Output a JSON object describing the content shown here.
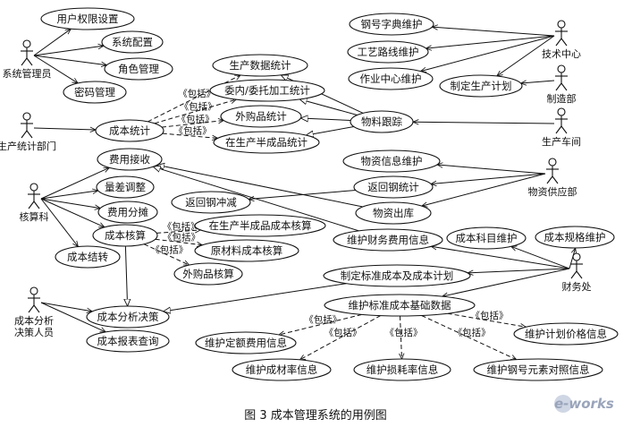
{
  "diagram": {
    "caption": "图 3   成本管理系统的用例图",
    "include_label": "《包括》",
    "watermark": {
      "text": "e-works",
      "logo_lettering": "e-works"
    },
    "actors": [
      {
        "id": "sysadmin",
        "label": "系统管理员"
      },
      {
        "id": "stats",
        "label": "生产统计部门"
      },
      {
        "id": "accounting",
        "label": "核算科"
      },
      {
        "id": "analyst",
        "label": "成本分析\n决策人员"
      },
      {
        "id": "tech",
        "label": "技术中心"
      },
      {
        "id": "manu",
        "label": "制造部"
      },
      {
        "id": "workshop",
        "label": "生产车间"
      },
      {
        "id": "supply",
        "label": "物资供应部"
      },
      {
        "id": "finance",
        "label": "财务处"
      }
    ],
    "usecases": [
      {
        "id": "uc_perm",
        "label": "用户权限设置"
      },
      {
        "id": "uc_syscfg",
        "label": "系统配置"
      },
      {
        "id": "uc_role",
        "label": "角色管理"
      },
      {
        "id": "uc_pwd",
        "label": "密码管理"
      },
      {
        "id": "uc_prodstat",
        "label": "生产数据统计"
      },
      {
        "id": "uc_outsrc",
        "label": "委内/委托加工统计"
      },
      {
        "id": "uc_purch",
        "label": "外购品统计"
      },
      {
        "id": "uc_wip",
        "label": "在生产半成品统计"
      },
      {
        "id": "uc_coststat",
        "label": "成本统计"
      },
      {
        "id": "uc_steel",
        "label": "钢号字典维护"
      },
      {
        "id": "uc_route",
        "label": "工艺路线维护"
      },
      {
        "id": "uc_workctr",
        "label": "作业中心维护"
      },
      {
        "id": "uc_plan",
        "label": "制定生产计划"
      },
      {
        "id": "uc_track",
        "label": "物料跟踪"
      },
      {
        "id": "uc_fee",
        "label": "费用接收"
      },
      {
        "id": "uc_diff",
        "label": "量差调整"
      },
      {
        "id": "uc_alloc",
        "label": "费用分摊"
      },
      {
        "id": "uc_calc",
        "label": "成本核算"
      },
      {
        "id": "uc_close",
        "label": "成本结转"
      },
      {
        "id": "uc_return",
        "label": "返回钢冲减"
      },
      {
        "id": "uc_wipcalc",
        "label": "在生产半成品成本核算"
      },
      {
        "id": "uc_rawcalc",
        "label": "原材料成本核算"
      },
      {
        "id": "uc_purcalc",
        "label": "外购品核算"
      },
      {
        "id": "uc_matinfo",
        "label": "物资信息维护"
      },
      {
        "id": "uc_retstat",
        "label": "返回钢统计"
      },
      {
        "id": "uc_out",
        "label": "物资出库"
      },
      {
        "id": "uc_finfee",
        "label": "维护财务费用信息"
      },
      {
        "id": "uc_subj",
        "label": "成本科目维护"
      },
      {
        "id": "uc_spec",
        "label": "成本规格维护"
      },
      {
        "id": "uc_std",
        "label": "制定标准成本及成本计划"
      },
      {
        "id": "uc_stdbase",
        "label": "维护标准成本基础数据"
      },
      {
        "id": "uc_decision",
        "label": "成本分析决策"
      },
      {
        "id": "uc_report",
        "label": "成本报表查询"
      },
      {
        "id": "uc_quota",
        "label": "维护定额费用信息"
      },
      {
        "id": "uc_price",
        "label": "维护计划价格信息"
      },
      {
        "id": "uc_yield",
        "label": "维护成材率信息"
      },
      {
        "id": "uc_loss",
        "label": "维护损耗率信息"
      },
      {
        "id": "uc_elem",
        "label": "维护钢号元素对照信息"
      }
    ],
    "associations": [
      [
        "sysadmin",
        "uc_perm"
      ],
      [
        "sysadmin",
        "uc_syscfg"
      ],
      [
        "sysadmin",
        "uc_role"
      ],
      [
        "sysadmin",
        "uc_pwd"
      ],
      [
        "stats",
        "uc_coststat"
      ],
      [
        "accounting",
        "uc_fee"
      ],
      [
        "accounting",
        "uc_diff"
      ],
      [
        "accounting",
        "uc_alloc"
      ],
      [
        "accounting",
        "uc_calc"
      ],
      [
        "accounting",
        "uc_close"
      ],
      [
        "analyst",
        "uc_decision"
      ],
      [
        "analyst",
        "uc_report"
      ],
      [
        "tech",
        "uc_steel"
      ],
      [
        "tech",
        "uc_route"
      ],
      [
        "tech",
        "uc_workctr"
      ],
      [
        "manu",
        "uc_plan"
      ],
      [
        "workshop",
        "uc_track"
      ],
      [
        "supply",
        "uc_matinfo"
      ],
      [
        "supply",
        "uc_retstat"
      ],
      [
        "supply",
        "uc_out"
      ],
      [
        "finance",
        "uc_finfee"
      ],
      [
        "finance",
        "uc_subj"
      ],
      [
        "finance",
        "uc_spec"
      ],
      [
        "finance",
        "uc_std"
      ],
      [
        "finance",
        "uc_stdbase"
      ],
      [
        "tech",
        "uc_plan"
      ],
      [
        "uc_retstat",
        "uc_return"
      ]
    ],
    "generalizations": [
      [
        "uc_track",
        "uc_prodstat"
      ],
      [
        "uc_track",
        "uc_outsrc"
      ],
      [
        "uc_track",
        "uc_purch"
      ],
      [
        "uc_track",
        "uc_wip"
      ],
      [
        "uc_out",
        "uc_fee"
      ],
      [
        "uc_finfee",
        "uc_fee"
      ],
      [
        "uc_calc",
        "uc_decision"
      ],
      [
        "uc_std",
        "uc_decision"
      ]
    ],
    "includes": [
      [
        "uc_coststat",
        "uc_prodstat"
      ],
      [
        "uc_coststat",
        "uc_outsrc"
      ],
      [
        "uc_coststat",
        "uc_purch"
      ],
      [
        "uc_coststat",
        "uc_wip"
      ],
      [
        "uc_calc",
        "uc_wipcalc"
      ],
      [
        "uc_calc",
        "uc_rawcalc"
      ],
      [
        "uc_calc",
        "uc_purcalc"
      ],
      [
        "uc_stdbase",
        "uc_quota"
      ],
      [
        "uc_stdbase",
        "uc_price"
      ],
      [
        "uc_stdbase",
        "uc_yield"
      ],
      [
        "uc_stdbase",
        "uc_loss"
      ],
      [
        "uc_stdbase",
        "uc_elem"
      ]
    ]
  }
}
